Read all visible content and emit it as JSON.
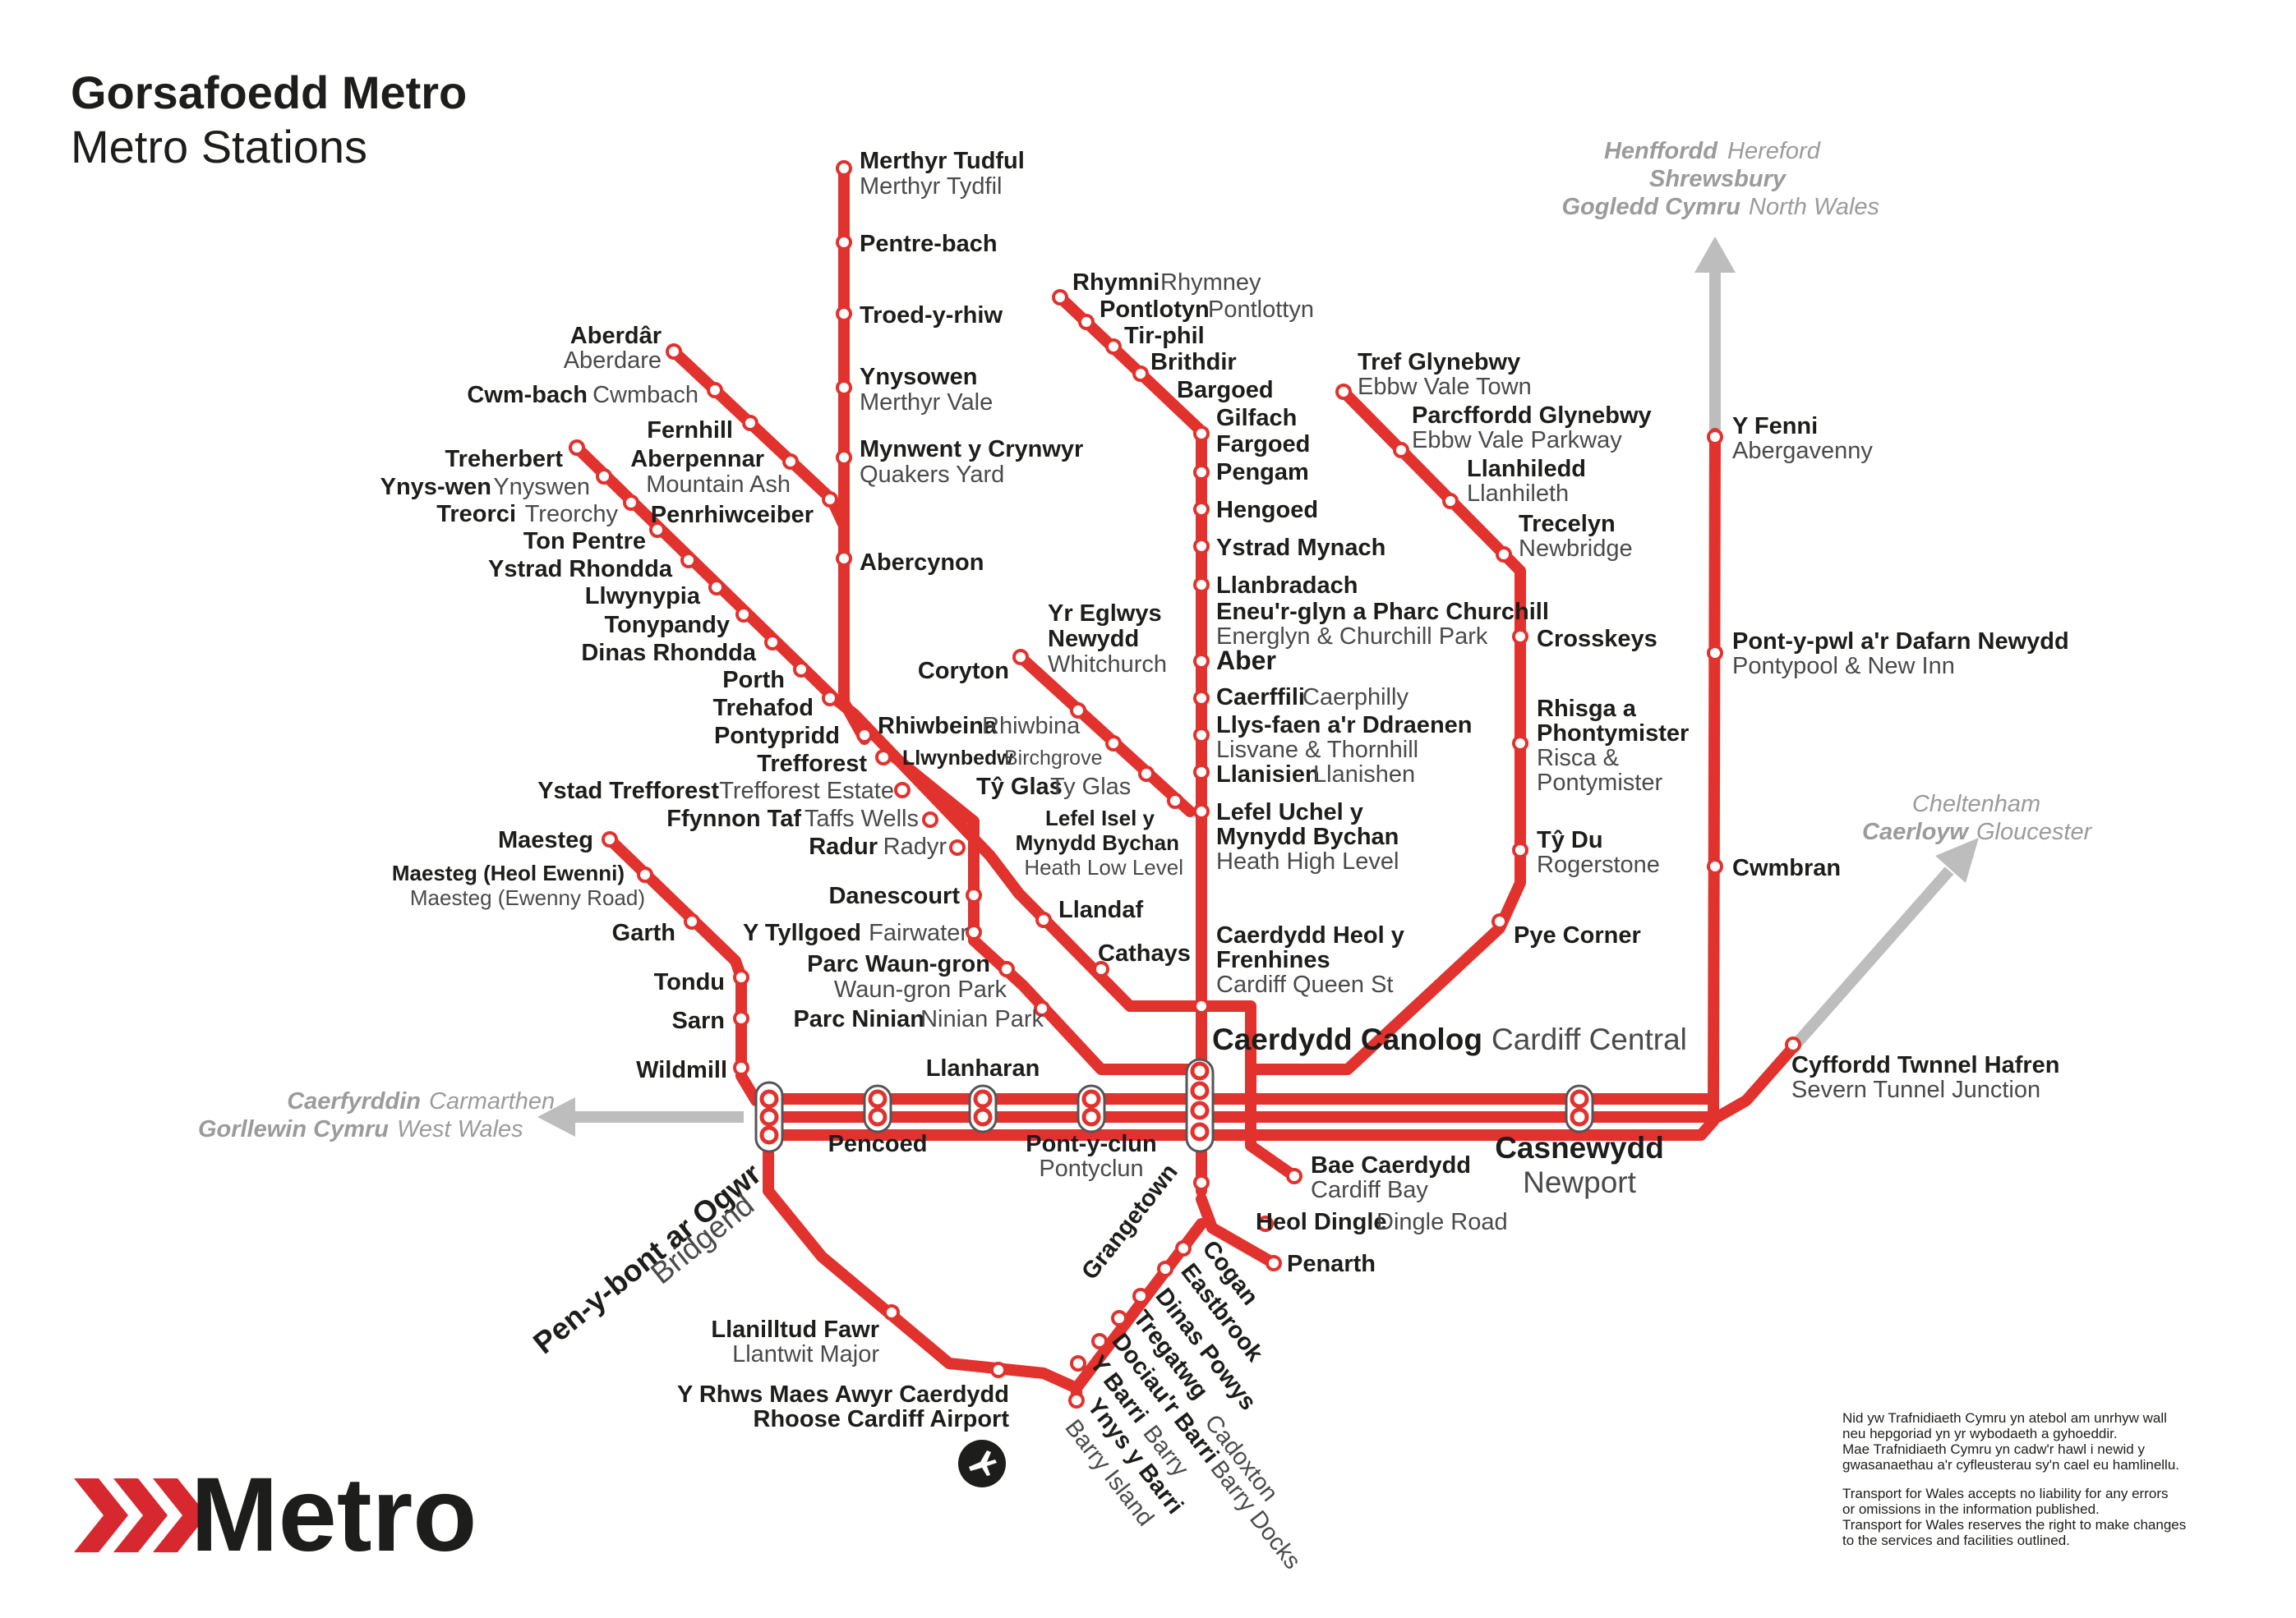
{
  "title": {
    "welsh": "Gorsafoedd Metro",
    "english": "Metro Stations"
  },
  "logo": {
    "text": "Metro",
    "chevron_color": "#d7282f"
  },
  "colors": {
    "line": "#e1322e",
    "other_routes": "#bdbdbd"
  },
  "stations": {
    "merthyr": [
      "Merthyr Tudful",
      "Merthyr Tydfil"
    ],
    "pentrebach": [
      "Pentre-bach",
      ""
    ],
    "troedyrhiw": [
      "Troed-y-rhiw",
      ""
    ],
    "ynysowen": [
      "Ynysowen",
      "Merthyr Vale"
    ],
    "mynwent": [
      "Mynwent y Crynwyr",
      "Quakers Yard"
    ],
    "abercynon": [
      "Abercynon",
      ""
    ],
    "aberdare": [
      "Aberdâr",
      "Aberdare"
    ],
    "cwmbach": [
      "Cwm-bach",
      "Cwmbach"
    ],
    "fernhill": [
      "Fernhill",
      ""
    ],
    "aberpennar": [
      "Aberpennar",
      "Mountain Ash"
    ],
    "penrhiwceiber": [
      "Penrhiwceiber",
      ""
    ],
    "treherbert": [
      "Treherbert",
      ""
    ],
    "ynyswen": [
      "Ynys-wen",
      "Ynyswen"
    ],
    "treorci": [
      "Treorci",
      "Treorchy"
    ],
    "tonpentre": [
      "Ton Pentre",
      ""
    ],
    "ystradrhondda": [
      "Ystrad Rhondda",
      ""
    ],
    "llwynypia": [
      "Llwynypia",
      ""
    ],
    "tonypandy": [
      "Tonypandy",
      ""
    ],
    "dinas": [
      "Dinas Rhondda",
      ""
    ],
    "porth": [
      "Porth",
      ""
    ],
    "trehafod": [
      "Trehafod",
      ""
    ],
    "pontypridd": [
      "Pontypridd",
      ""
    ],
    "trefforest": [
      "Trefforest",
      ""
    ],
    "trefforestestate": [
      "Ystad Trefforest",
      "Trefforest Estate"
    ],
    "taffswell": [
      "Ffynnon Taf",
      "Taffs Wells"
    ],
    "radyr": [
      "Radur",
      "Radyr"
    ],
    "danescourt": [
      "Danescourt",
      ""
    ],
    "fairwater": [
      "Y Tyllgoed",
      "Fairwater"
    ],
    "wauangron": [
      "Parc Waun-gron",
      "Waun-gron Park"
    ],
    "niniann": [
      "Parc Ninian",
      "Ninian Park"
    ],
    "llandaf": [
      "Llandaf",
      ""
    ],
    "cathays": [
      "Cathays",
      ""
    ],
    "rhymney": [
      "Rhymni",
      "Rhymney"
    ],
    "pontlottyn": [
      "Pontlotyn",
      "Pontlottyn"
    ],
    "tirphil": [
      "Tir-phil",
      ""
    ],
    "brithdir": [
      "Brithdir",
      ""
    ],
    "bargoed": [
      "Bargoed",
      ""
    ],
    "gilfach": [
      "Gilfach",
      ""
    ],
    "fargoed": [
      "Fargoed",
      ""
    ],
    "pengam": [
      "Pengam",
      ""
    ],
    "hengoed": [
      "Hengoed",
      ""
    ],
    "ystradmynach": [
      "Ystrad Mynach",
      ""
    ],
    "llanbradach": [
      "Llanbradach",
      ""
    ],
    "energlyn": [
      "Eneu'r-glyn a Pharc Churchill",
      "Energlyn & Churchill Park"
    ],
    "aber": [
      "Aber",
      ""
    ],
    "caerffili": [
      "Caerffili",
      "Caerphilly"
    ],
    "lisvane": [
      "Llys-faen a'r Ddraenen",
      "Lisvane & Thornhill"
    ],
    "llanishen": [
      "Llanisien",
      "Llanishen"
    ],
    "heathhigh": [
      "Lefel Uchel y",
      "Mynydd Bychan",
      "Heath High Level"
    ],
    "queenst": [
      "Caerdydd Heol y",
      "Frenhines",
      "Cardiff Queen St"
    ],
    "coryton": [
      "Coryton",
      ""
    ],
    "whitchurch": [
      "Yr Eglwys",
      "Newydd",
      "Whitchurch"
    ],
    "rhiwbina": [
      "Rhiwbeina",
      "Rhiwbina"
    ],
    "birchgrove": [
      "Llwynbedw",
      "Birchgrove"
    ],
    "tyglas": [
      "Tŷ Glas",
      "Ty Glas"
    ],
    "heathlow": [
      "Lefel Isel y",
      "Mynydd Bychan",
      "Heath Low Level"
    ],
    "ebbwvale": [
      "Tref Glynebwy",
      "Ebbw Vale Town"
    ],
    "ebbwparkway": [
      "Parcffordd Glynebwy",
      "Ebbw Vale Parkway"
    ],
    "llanhilleth": [
      "Llanhiledd",
      "Llanhileth"
    ],
    "newbridge": [
      "Trecelyn",
      "Newbridge"
    ],
    "crosskeys": [
      "Crosskeys",
      ""
    ],
    "risca": [
      "Rhisga a",
      "Phontymister",
      "Risca &",
      "Pontymister"
    ],
    "rogerstone": [
      "Tŷ Du",
      "Rogerstone"
    ],
    "pyecorner": [
      "Pye Corner",
      ""
    ],
    "abergavenny": [
      "Y Fenni",
      "Abergavenny"
    ],
    "pontypool": [
      "Pont-y-pwl a'r Dafarn Newydd",
      "Pontypool & New Inn"
    ],
    "cwmbran": [
      "Cwmbran",
      ""
    ],
    "severntunnel": [
      "Cyffordd Twnnel Hafren",
      "Severn Tunnel Junction"
    ],
    "maesteg": [
      "Maesteg",
      ""
    ],
    "maestegewenny": [
      "Maesteg (Heol Ewenni)",
      "Maesteg (Ewenny Road)"
    ],
    "garth": [
      "Garth",
      ""
    ],
    "tondu": [
      "Tondu",
      ""
    ],
    "sarn": [
      "Sarn",
      ""
    ],
    "wildmill": [
      "Wildmill",
      ""
    ],
    "pencoed": [
      "Pencoed",
      ""
    ],
    "llanharan": [
      "Llanharan",
      ""
    ],
    "pontyclun": [
      "Pont-y-clun",
      "Pontyclun"
    ],
    "cardiffcentral": [
      "Caerdydd Canolog",
      "Cardiff Central"
    ],
    "newport": [
      "Casnewydd",
      "Newport"
    ],
    "bridgend": [
      "Pen-y-bont ar Ogwr",
      "Bridgend"
    ],
    "cardiffbay": [
      "Bae Caerdydd",
      "Cardiff Bay"
    ],
    "dingle": [
      "Heol Dingle",
      "Dingle Road"
    ],
    "penarth": [
      "Penarth",
      ""
    ],
    "grangetown": [
      "Grangetown",
      ""
    ],
    "cogan": [
      "Cogan",
      ""
    ],
    "eastbrook": [
      "Eastbrook",
      ""
    ],
    "dinaspowys": [
      "Dinas Powys",
      ""
    ],
    "cadoxton": [
      "Tregatwg",
      "Cadoxton"
    ],
    "barrydocks": [
      "Dociau'r Barri",
      "Barry Docks"
    ],
    "barry": [
      "Y Barri",
      "Barry"
    ],
    "barryisland": [
      "Ynys y Barri",
      "Barry Island"
    ],
    "llantwit": [
      "Llanilltud Fawr",
      "Llantwit Major"
    ],
    "rhoose": [
      "Y Rhws Maes Awyr Caerdydd",
      "Rhoose Cardiff Airport"
    ]
  },
  "connections": {
    "north": [
      "Henffordd",
      "Hereford",
      "Shrewsbury",
      "Gogledd Cymru",
      "North Wales"
    ],
    "east": [
      "Cheltenham",
      "Caerloyw",
      "Gloucester"
    ],
    "west": [
      "Caerfyrddin",
      "Carmarthen",
      "Gorllewin Cymru",
      "West Wales"
    ]
  },
  "icons": [
    "airport-icon",
    "metro-chevron-icon"
  ],
  "disclaimer": {
    "welsh": [
      "Nid yw Trafnidiaeth Cymru yn atebol am unrhyw wall",
      "neu hepgoriad yn yr wybodaeth a gyhoeddir.",
      "Mae Trafnidiaeth Cymru yn cadw'r hawl i newid y",
      "gwasanaethau a'r cyfleusterau sy'n cael eu hamlinellu."
    ],
    "english": [
      "Transport for Wales accepts no liability for any errors",
      "or omissions in the information published.",
      "Transport for Wales reserves the right to make changes",
      "to the services and facilities outlined."
    ]
  }
}
